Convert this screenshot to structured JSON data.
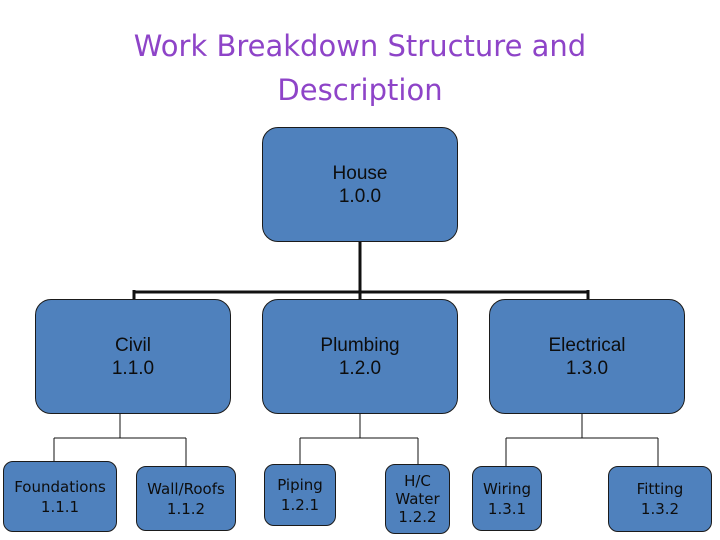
{
  "title": {
    "line1": "Work Breakdown Structure and",
    "line2": "Description"
  },
  "root": {
    "name": "House",
    "code": "1.0.0"
  },
  "level1": [
    {
      "name": "Civil",
      "code": "1.1.0"
    },
    {
      "name": "Plumbing",
      "code": "1.2.0"
    },
    {
      "name": "Electrical",
      "code": "1.3.0"
    }
  ],
  "level2": [
    {
      "name": "Foundations",
      "code": "1.1.1"
    },
    {
      "name": "Wall/Roofs",
      "code": "1.1.2"
    },
    {
      "name": "Piping",
      "code": "1.2.1"
    },
    {
      "name": "H/C",
      "name2": "Water",
      "code": "1.2.2"
    },
    {
      "name": "Wiring",
      "code": "1.3.1"
    },
    {
      "name": "Fitting",
      "code": "1.3.2"
    }
  ]
}
